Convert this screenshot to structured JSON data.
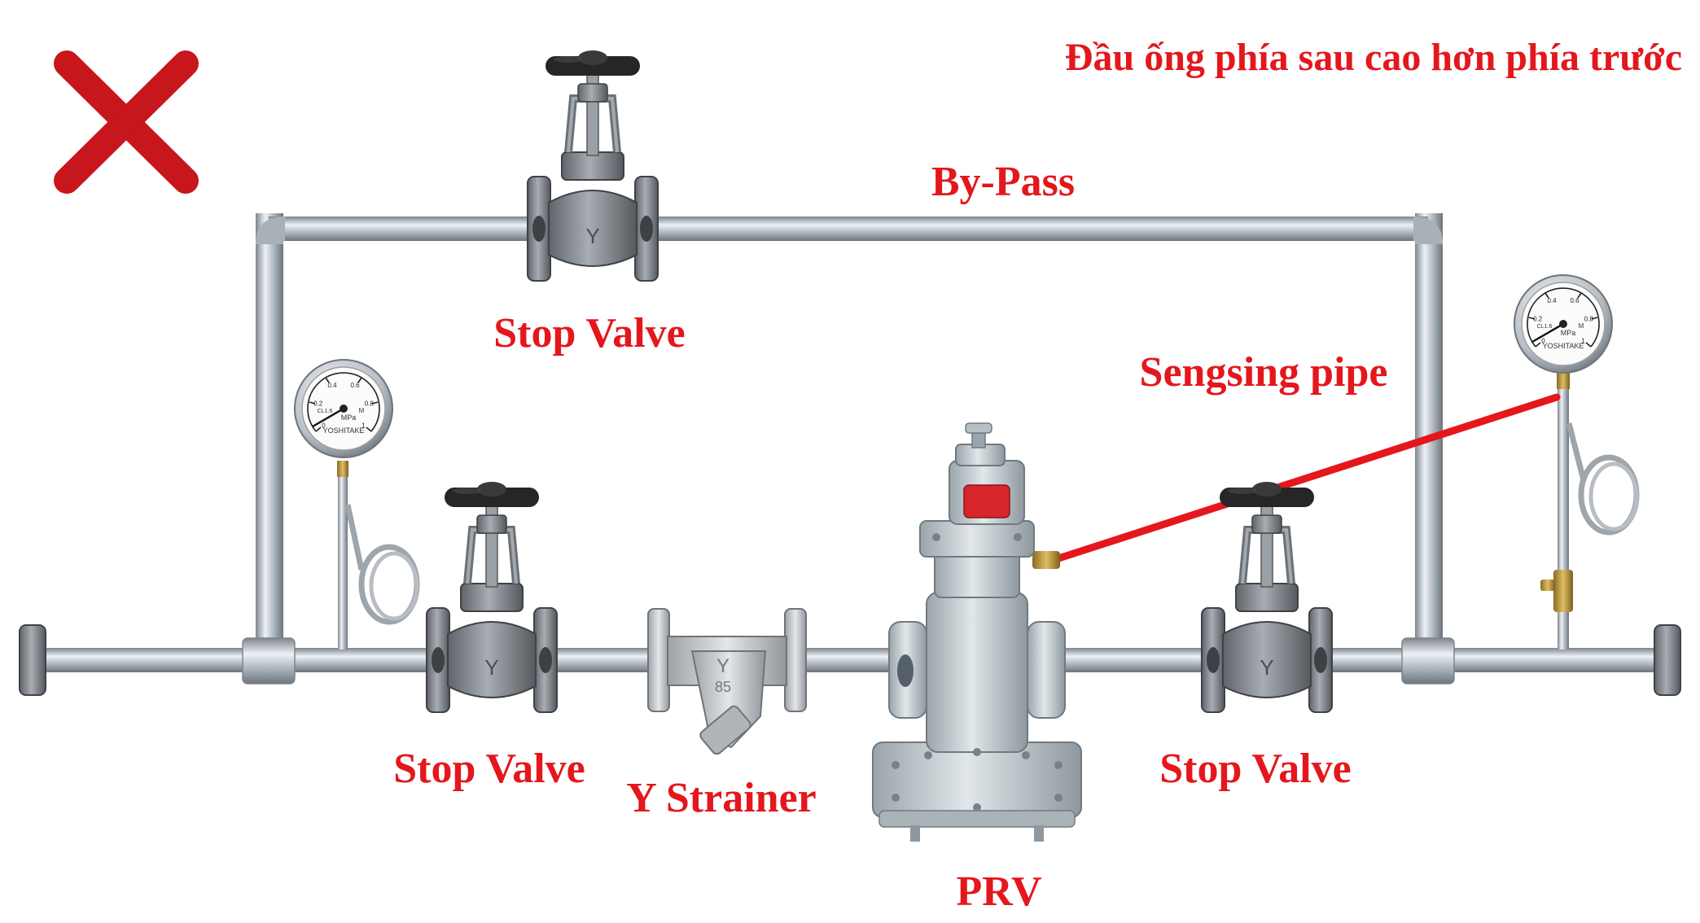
{
  "title": "Đầu ống phía sau cao hơn phía trước",
  "verdict_icon": "cross-mark-icon",
  "labels": {
    "bypass": "By-Pass",
    "stop_valve_top": "Stop Valve",
    "stop_valve_left": "Stop Valve",
    "stop_valve_right": "Stop Valve",
    "y_strainer": "Y Strainer",
    "prv": "PRV",
    "sensing_pipe": "Sengsing pipe"
  },
  "gauge": {
    "brand": "YOSHITAKE",
    "unit": "MPa",
    "class": "CL1.6",
    "ticks": [
      "0",
      "0.2",
      "0.4",
      "0.6",
      "0.8",
      "1"
    ],
    "mark": "M"
  },
  "strainer_mark": "Y",
  "strainer_number": "85",
  "colors": {
    "label": "#e4171c",
    "sensing_line": "#e4171c",
    "cross": "#c8161d",
    "pipe": "#b9c1c9",
    "valve_body": "#8c9096",
    "handwheel": "#2a2a2a",
    "prv_body": "#c9d0d4",
    "prv_band": "#d7262b"
  }
}
